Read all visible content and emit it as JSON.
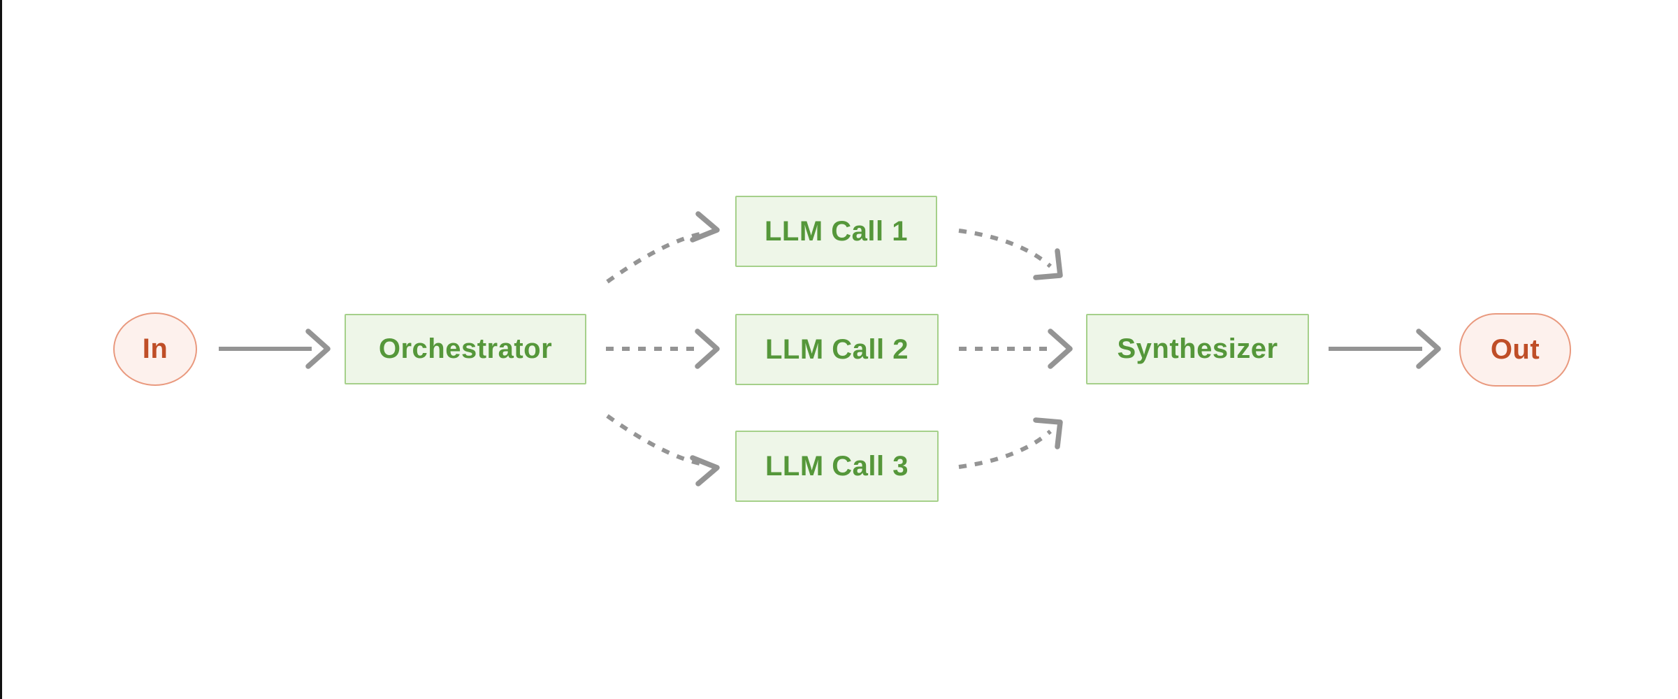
{
  "diagram": {
    "description": "Orchestrator-workers workflow diagram",
    "background": "#ffffff",
    "left_edge_line_color": "#111111",
    "colors": {
      "worker_fill": "#eef6e8",
      "worker_border": "#a5d08a",
      "worker_text": "#55973a",
      "io_fill": "#fdf1ed",
      "io_border": "#e9997e",
      "io_text": "#bf4e27",
      "arrow": "#949494"
    },
    "nodes": {
      "in": {
        "label": "In",
        "shape": "pill",
        "color_scheme": "pink"
      },
      "orchestrator": {
        "label": "Orchestrator",
        "shape": "rect",
        "color_scheme": "green"
      },
      "llm1": {
        "label": "LLM Call 1",
        "shape": "rect",
        "color_scheme": "green"
      },
      "llm2": {
        "label": "LLM Call 2",
        "shape": "rect",
        "color_scheme": "green"
      },
      "llm3": {
        "label": "LLM Call 3",
        "shape": "rect",
        "color_scheme": "green"
      },
      "synthesizer": {
        "label": "Synthesizer",
        "shape": "rect",
        "color_scheme": "green"
      },
      "out": {
        "label": "Out",
        "shape": "pill",
        "color_scheme": "pink"
      }
    },
    "edges": [
      {
        "from": "in",
        "to": "orchestrator",
        "line": "solid",
        "path": "straight"
      },
      {
        "from": "orchestrator",
        "to": "llm1",
        "line": "dashed",
        "path": "curved"
      },
      {
        "from": "orchestrator",
        "to": "llm2",
        "line": "dashed",
        "path": "straight"
      },
      {
        "from": "orchestrator",
        "to": "llm3",
        "line": "dashed",
        "path": "curved"
      },
      {
        "from": "llm1",
        "to": "synthesizer",
        "line": "dashed",
        "path": "curved"
      },
      {
        "from": "llm2",
        "to": "synthesizer",
        "line": "dashed",
        "path": "straight"
      },
      {
        "from": "llm3",
        "to": "synthesizer",
        "line": "dashed",
        "path": "curved"
      },
      {
        "from": "synthesizer",
        "to": "out",
        "line": "solid",
        "path": "straight"
      }
    ]
  }
}
